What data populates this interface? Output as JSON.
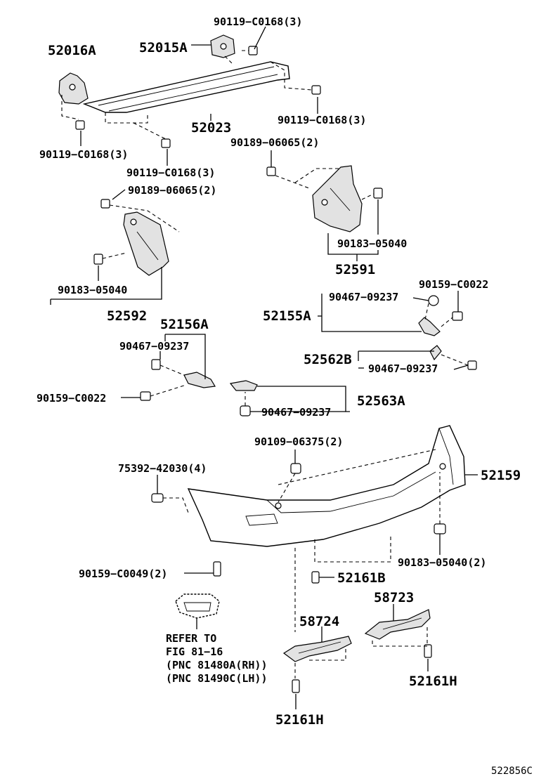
{
  "labels": {
    "p52016A": "52016A",
    "p52015A": "52015A",
    "p90119_c0168_top": "90119−C0168(3)",
    "p90119_c0168_right": "90119−C0168(3)",
    "p90119_c0168_left": "90119−C0168(3)",
    "p90119_c0168_mid": "90119−C0168(3)",
    "p52023": "52023",
    "p90189_06065_right": "90189−06065(2)",
    "p90189_06065_left": "90189−06065(2)",
    "p90183_05040_right": "90183−05040",
    "p52591": "52591",
    "p90183_05040_left": "90183−05040",
    "p52592": "52592",
    "p90159_c0022_right": "90159−C0022",
    "p90467_09237_a": "90467−09237",
    "p52155A": "52155A",
    "p52156A": "52156A",
    "p90467_09237_b": "90467−09237",
    "p52562B": "52562B",
    "p90467_09237_c": "90467−09237",
    "p90159_c0022_left": "90159−C0022",
    "p52563A": "52563A",
    "p90467_09237_d": "90467−09237",
    "p90109_06375": "90109−06375(2)",
    "p75392_42030": "75392−42030(4)",
    "p52159": "52159",
    "p90183_05040_2": "90183−05040(2)",
    "p90159_c0049": "90159−C0049(2)",
    "p52161B": "52161B",
    "p58723": "58723",
    "p58724": "58724",
    "p52161H_right": "52161H",
    "p52161H_bottom": "52161H"
  },
  "refer_note": {
    "line1": "REFER TO",
    "line2": "FIG 81−16",
    "line3": "(PNC 81480A(RH))",
    "line4": "(PNC 81490C(LH))"
  },
  "diagram_code": "522856C"
}
